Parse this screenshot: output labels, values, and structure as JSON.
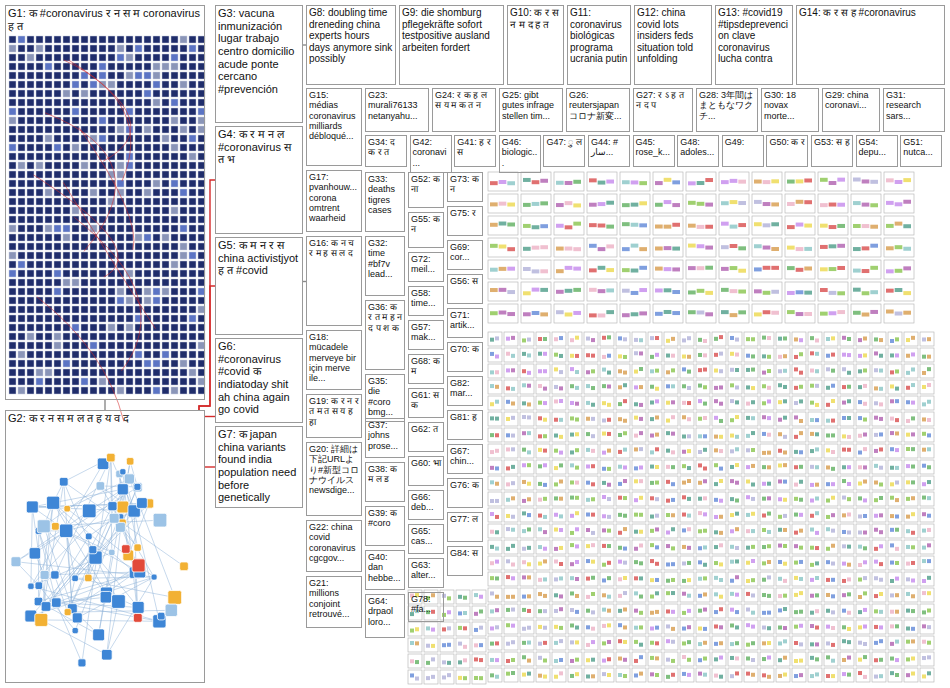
{
  "diagram": {
    "nodes": [
      {
        "text": [
          "G1: क #coronavirus र न स म coronavirus ह त"
        ]
      },
      {
        "text": [
          "G2: क र न स म ल त ह य व द"
        ]
      },
      {
        "text": [
          "G3: vacuna inmunización lugar trabajo centro domicilio acude ponte cercano #prevención"
        ]
      },
      {
        "text": [
          "G4: क र म न ल #coronavirus स त भ"
        ]
      },
      {
        "text": [
          "G5: क म न र स china activistjyot ह त #covid"
        ]
      },
      {
        "text": [
          "G6: #coronavirus #covid क indiatoday shit ah china again go covid"
        ]
      },
      {
        "text": [
          "G7: क japan china variants found india population need before genetically"
        ]
      },
      {
        "text": [
          "G8: doubling time dreneding china experts hours days anymore sink possibly"
        ]
      },
      {
        "text": [
          "G9: die shomburg pflegekräfte sofort testpositive ausland arbeiten fordert"
        ]
      },
      {
        "text": [
          "G10: क र स न म द ह त"
        ]
      },
      {
        "text": [
          "G11: coronavirus biológicas programa ucrania putin"
        ]
      },
      {
        "text": [
          "G12: china covid lots insiders feds situation told unfolding"
        ]
      },
      {
        "text": [
          "G13: #covid19 #tipsdeprevencion clave coronavirus lucha contra"
        ]
      },
      {
        "text": [
          "G14: क र स ह #coronavirus"
        ]
      },
      {
        "text": [
          "G15: médias coronavirus milliards débloqué..."
        ]
      },
      {
        "text": [
          "G23: murali76133 netanyahu..."
        ]
      },
      {
        "text": [
          "G24: र क ह ल स य म क त न"
        ]
      },
      {
        "text": [
          "G25: gibt gutes infrage stellen tim..."
        ]
      },
      {
        "text": [
          "G26: reutersjapan コロナ新変..."
        ]
      },
      {
        "text": [
          "G27: र ऽ ह त न द प"
        ]
      },
      {
        "text": [
          "G28: 3年間はまともなワクチ..."
        ]
      },
      {
        "text": [
          "G30: 18 novax morte..."
        ]
      },
      {
        "text": [
          "G29: china coronavi..."
        ]
      },
      {
        "text": [
          "G31: research sars..."
        ]
      },
      {
        "text": [
          "G34: द क र त"
        ]
      },
      {
        "text": [
          "G42: coronavi..."
        ]
      },
      {
        "text": [
          "G41: ह र स"
        ]
      },
      {
        "text": [
          "G46: biologic..."
        ]
      },
      {
        "text": [
          "G47: ु ल"
        ]
      },
      {
        "text": [
          "G44: # سار..."
        ]
      },
      {
        "text": [
          "G45: rose_k..."
        ]
      },
      {
        "text": [
          "G48: adoles..."
        ]
      },
      {
        "text": [
          "G49:"
        ]
      },
      {
        "text": [
          "G50: क र"
        ]
      },
      {
        "text": [
          "G53: स ह"
        ]
      },
      {
        "text": [
          "G54: depu..."
        ]
      },
      {
        "text": [
          "G51: nutca..."
        ]
      },
      {
        "text": [
          "G17: pvanhouw... corona omtrent waarheid"
        ]
      },
      {
        "text": [
          "G16: क न च र म ह स ल द"
        ]
      },
      {
        "text": [
          "G18: mücadele merveye bir için merve ile..."
        ]
      },
      {
        "text": [
          "G19: क र न र त म त स य ह हा"
        ]
      },
      {
        "text": [
          "G20: 詳細は下記URLより#新型コロナウイルス newsdige..."
        ]
      },
      {
        "text": [
          "G22: china covid coronavirus cgcgov..."
        ]
      },
      {
        "text": [
          "G21: millions conjoint retrouvé..."
        ]
      },
      {
        "text": [
          "G33: deaths tigres cases"
        ]
      },
      {
        "text": [
          "G32: time #bf7v lead..."
        ]
      },
      {
        "text": [
          "G36: क र त म ह न द प श क"
        ]
      },
      {
        "text": [
          "G35: die #coro bmg..."
        ]
      },
      {
        "text": [
          "G37: johns prose..."
        ]
      },
      {
        "text": [
          "G38: क म ल ड"
        ]
      },
      {
        "text": [
          "G39: क #coro"
        ]
      },
      {
        "text": [
          "G40: dan hebbe..."
        ]
      },
      {
        "text": [
          "G64: drpaol loro..."
        ]
      },
      {
        "text": [
          "G52: क ना"
        ]
      },
      {
        "text": [
          "G55: क न"
        ]
      },
      {
        "text": [
          "G72: meil..."
        ]
      },
      {
        "text": [
          "G58: time..."
        ]
      },
      {
        "text": [
          "G57: mak..."
        ]
      },
      {
        "text": [
          "G68: क म"
        ]
      },
      {
        "text": [
          "G61: स क"
        ]
      },
      {
        "text": [
          "G62: त"
        ]
      },
      {
        "text": [
          "G60: भा"
        ]
      },
      {
        "text": [
          "G66: deb..."
        ]
      },
      {
        "text": [
          "G65: cas..."
        ]
      },
      {
        "text": [
          "G63: alter..."
        ]
      },
      {
        "text": [
          "G78: #fa..."
        ]
      },
      {
        "text": [
          "G73: क न"
        ]
      },
      {
        "text": [
          "G75: र"
        ]
      },
      {
        "text": [
          "G69: cor..."
        ]
      },
      {
        "text": [
          "G56: स"
        ]
      },
      {
        "text": [
          "G71: artik..."
        ]
      },
      {
        "text": [
          "G70: क"
        ]
      },
      {
        "text": [
          "G82: mar..."
        ]
      },
      {
        "text": [
          "G81: ह"
        ]
      },
      {
        "text": [
          "G67: chin..."
        ]
      },
      {
        "text": [
          "G76: क"
        ]
      },
      {
        "text": [
          "G77: ल"
        ]
      },
      {
        "text": [
          "G84: स"
        ]
      }
    ],
    "edges": [
      {
        "from": 0,
        "to": 1,
        "arrow": "none"
      },
      {
        "from": 1,
        "to": 3,
        "arrow": "none"
      },
      {
        "from": 1,
        "to": 4,
        "arrow": "none"
      },
      {
        "from": 1,
        "to": 5,
        "arrow": "none"
      },
      {
        "from": 1,
        "to": 6,
        "arrow": "none"
      },
      {
        "from": 4,
        "to": 38,
        "arrow": "none"
      },
      {
        "from": 2,
        "to": 7,
        "arrow": "none"
      }
    ]
  }
}
